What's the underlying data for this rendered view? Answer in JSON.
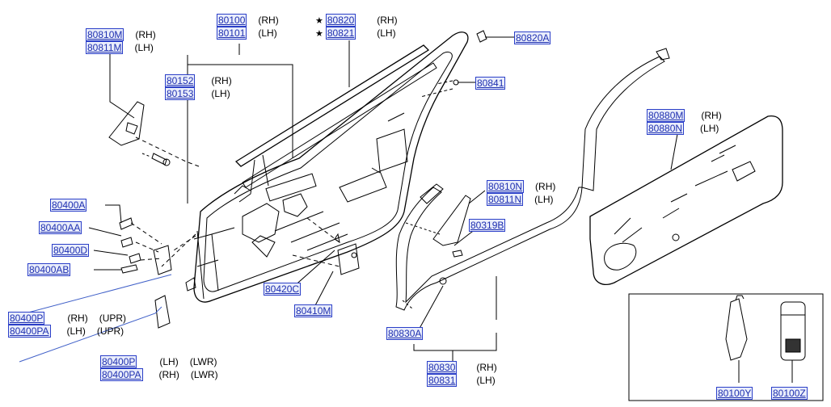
{
  "labels": {
    "p80100": "80100",
    "p80101": "80101",
    "rh_100": "(RH)",
    "lh_101": "(LH)",
    "p80820": "80820",
    "p80821": "80821",
    "rh_820": "(RH)",
    "lh_821": "(LH)",
    "star": "★",
    "p80810M": "80810M",
    "p80811M": "80811M",
    "rh_810m": "(RH)",
    "lh_811m": "(LH)",
    "p80820A": "80820A",
    "p80152": "80152",
    "p80153": "80153",
    "rh_152": "(RH)",
    "lh_153": "(LH)",
    "p80841": "80841",
    "p80880M": "80880M",
    "p80880N": "80880N",
    "rh_880": "(RH)",
    "lh_880": "(LH)",
    "p80400A": "80400A",
    "p80400AA": "80400AA",
    "p80400D": "80400D",
    "p80400AB": "80400AB",
    "p80810N": "80810N",
    "p80811N": "80811N",
    "rh_810n": "(RH)",
    "lh_811n": "(LH)",
    "p80319B": "80319B",
    "p80420C": "80420C",
    "p80410M": "80410M",
    "p80400P_u": "80400P",
    "p80400PA_u": "80400PA",
    "rh_400p_u": "(RH)",
    "lh_400pa_u": "(LH)",
    "upr1": "(UPR)",
    "upr2": "(UPR)",
    "p80830A": "80830A",
    "p80400P_l": "80400P",
    "p80400PA_l": "80400PA",
    "lh_400p_l": "(LH)",
    "rh_400pa_l": "(RH)",
    "lwr1": "(LWR)",
    "lwr2": "(LWR)",
    "p80830": "80830",
    "p80831": "80831",
    "rh_830": "(RH)",
    "lh_831": "(LH)",
    "p80100Y": "80100Y",
    "p80100Z": "80100Z"
  }
}
